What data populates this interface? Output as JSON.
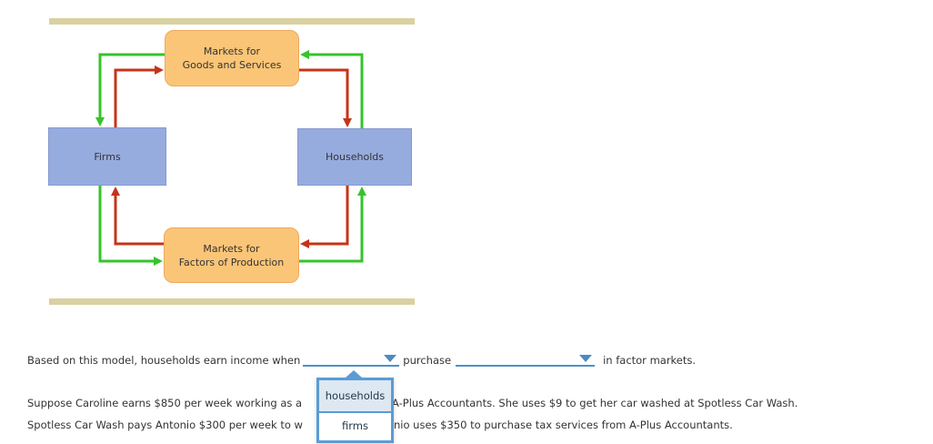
{
  "diagram": {
    "boxes": {
      "markets_goods": {
        "line1": "Markets for",
        "line2": "Goods and Services"
      },
      "firms": {
        "label": "Firms"
      },
      "households": {
        "label": "Households"
      },
      "markets_factors": {
        "line1": "Markets for",
        "line2": "Factors of Production"
      }
    },
    "colors": {
      "market_box_fill": "#fbc577",
      "agent_box_fill": "#97acde",
      "money_flow_green": "#35c42a",
      "resource_flow_red": "#c5341a",
      "divider_bar_tan": "#d9d1a0"
    }
  },
  "question1": {
    "text_before": "Based on this model, households earn income when",
    "text_middle": "purchase",
    "text_after": "in factor markets."
  },
  "question2": {
    "line1_left": "Suppose Caroline earns $850 per week working as a",
    "line1_right": "A-Plus Accountants. She uses $9 to get her car washed at Spotless Car Wash.",
    "line2_left": "Spotless Car Wash pays Antonio $300 per week to w",
    "line2_right": "nio uses $350 to purchase tax services from A-Plus Accountants."
  },
  "dropdown": {
    "accent_color": "#5b9bd5",
    "options": [
      "households",
      "firms"
    ],
    "highlighted_option": "households"
  }
}
